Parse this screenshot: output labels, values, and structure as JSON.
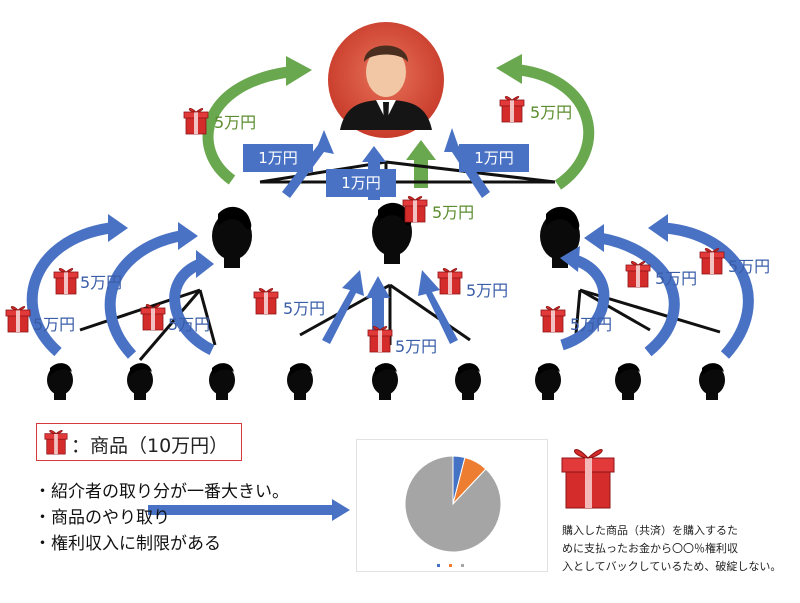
{
  "money_labels": {
    "top_left": "5万円",
    "top_right": "5万円",
    "center": "5万円",
    "left_group_upper": "5万円",
    "left_group_lower": "5万円",
    "left_group_inner": "5万円",
    "center_group_left": "5万円",
    "center_group_right": "5万円",
    "center_group_bottom": "5万円",
    "right_group_inner": "5万円",
    "right_group_middle": "5万円",
    "right_group_outer": "5万円"
  },
  "commission_boxes": {
    "left": "1万円",
    "center": "1万円",
    "right": "1万円"
  },
  "legend": {
    "text": "：商品（10万円）"
  },
  "bullets": [
    "・紹介者の取り分が一番大きい。",
    "・商品のやり取り",
    "・権利収入に制限がある"
  ],
  "note_lines": [
    "購入した商品（共済）を購入するた",
    "めに支払ったお金から〇〇％権利収",
    "入としてバックしているため、破綻しない。"
  ],
  "colors": {
    "green_arrow": "#6aa84f",
    "blue_arrow": "#4a72c4",
    "box_fill": "#4a72c4",
    "gift_red": "#d42b2b",
    "pie_gray": "#a5a5a5",
    "pie_orange": "#ed7d31",
    "pie_blue": "#4472c4"
  },
  "chart_data": {
    "type": "pie",
    "slices": [
      {
        "label": "",
        "value": 4,
        "color": "#4472c4"
      },
      {
        "label": "",
        "value": 8,
        "color": "#ed7d31"
      },
      {
        "label": "",
        "value": 88,
        "color": "#a5a5a5"
      }
    ]
  }
}
